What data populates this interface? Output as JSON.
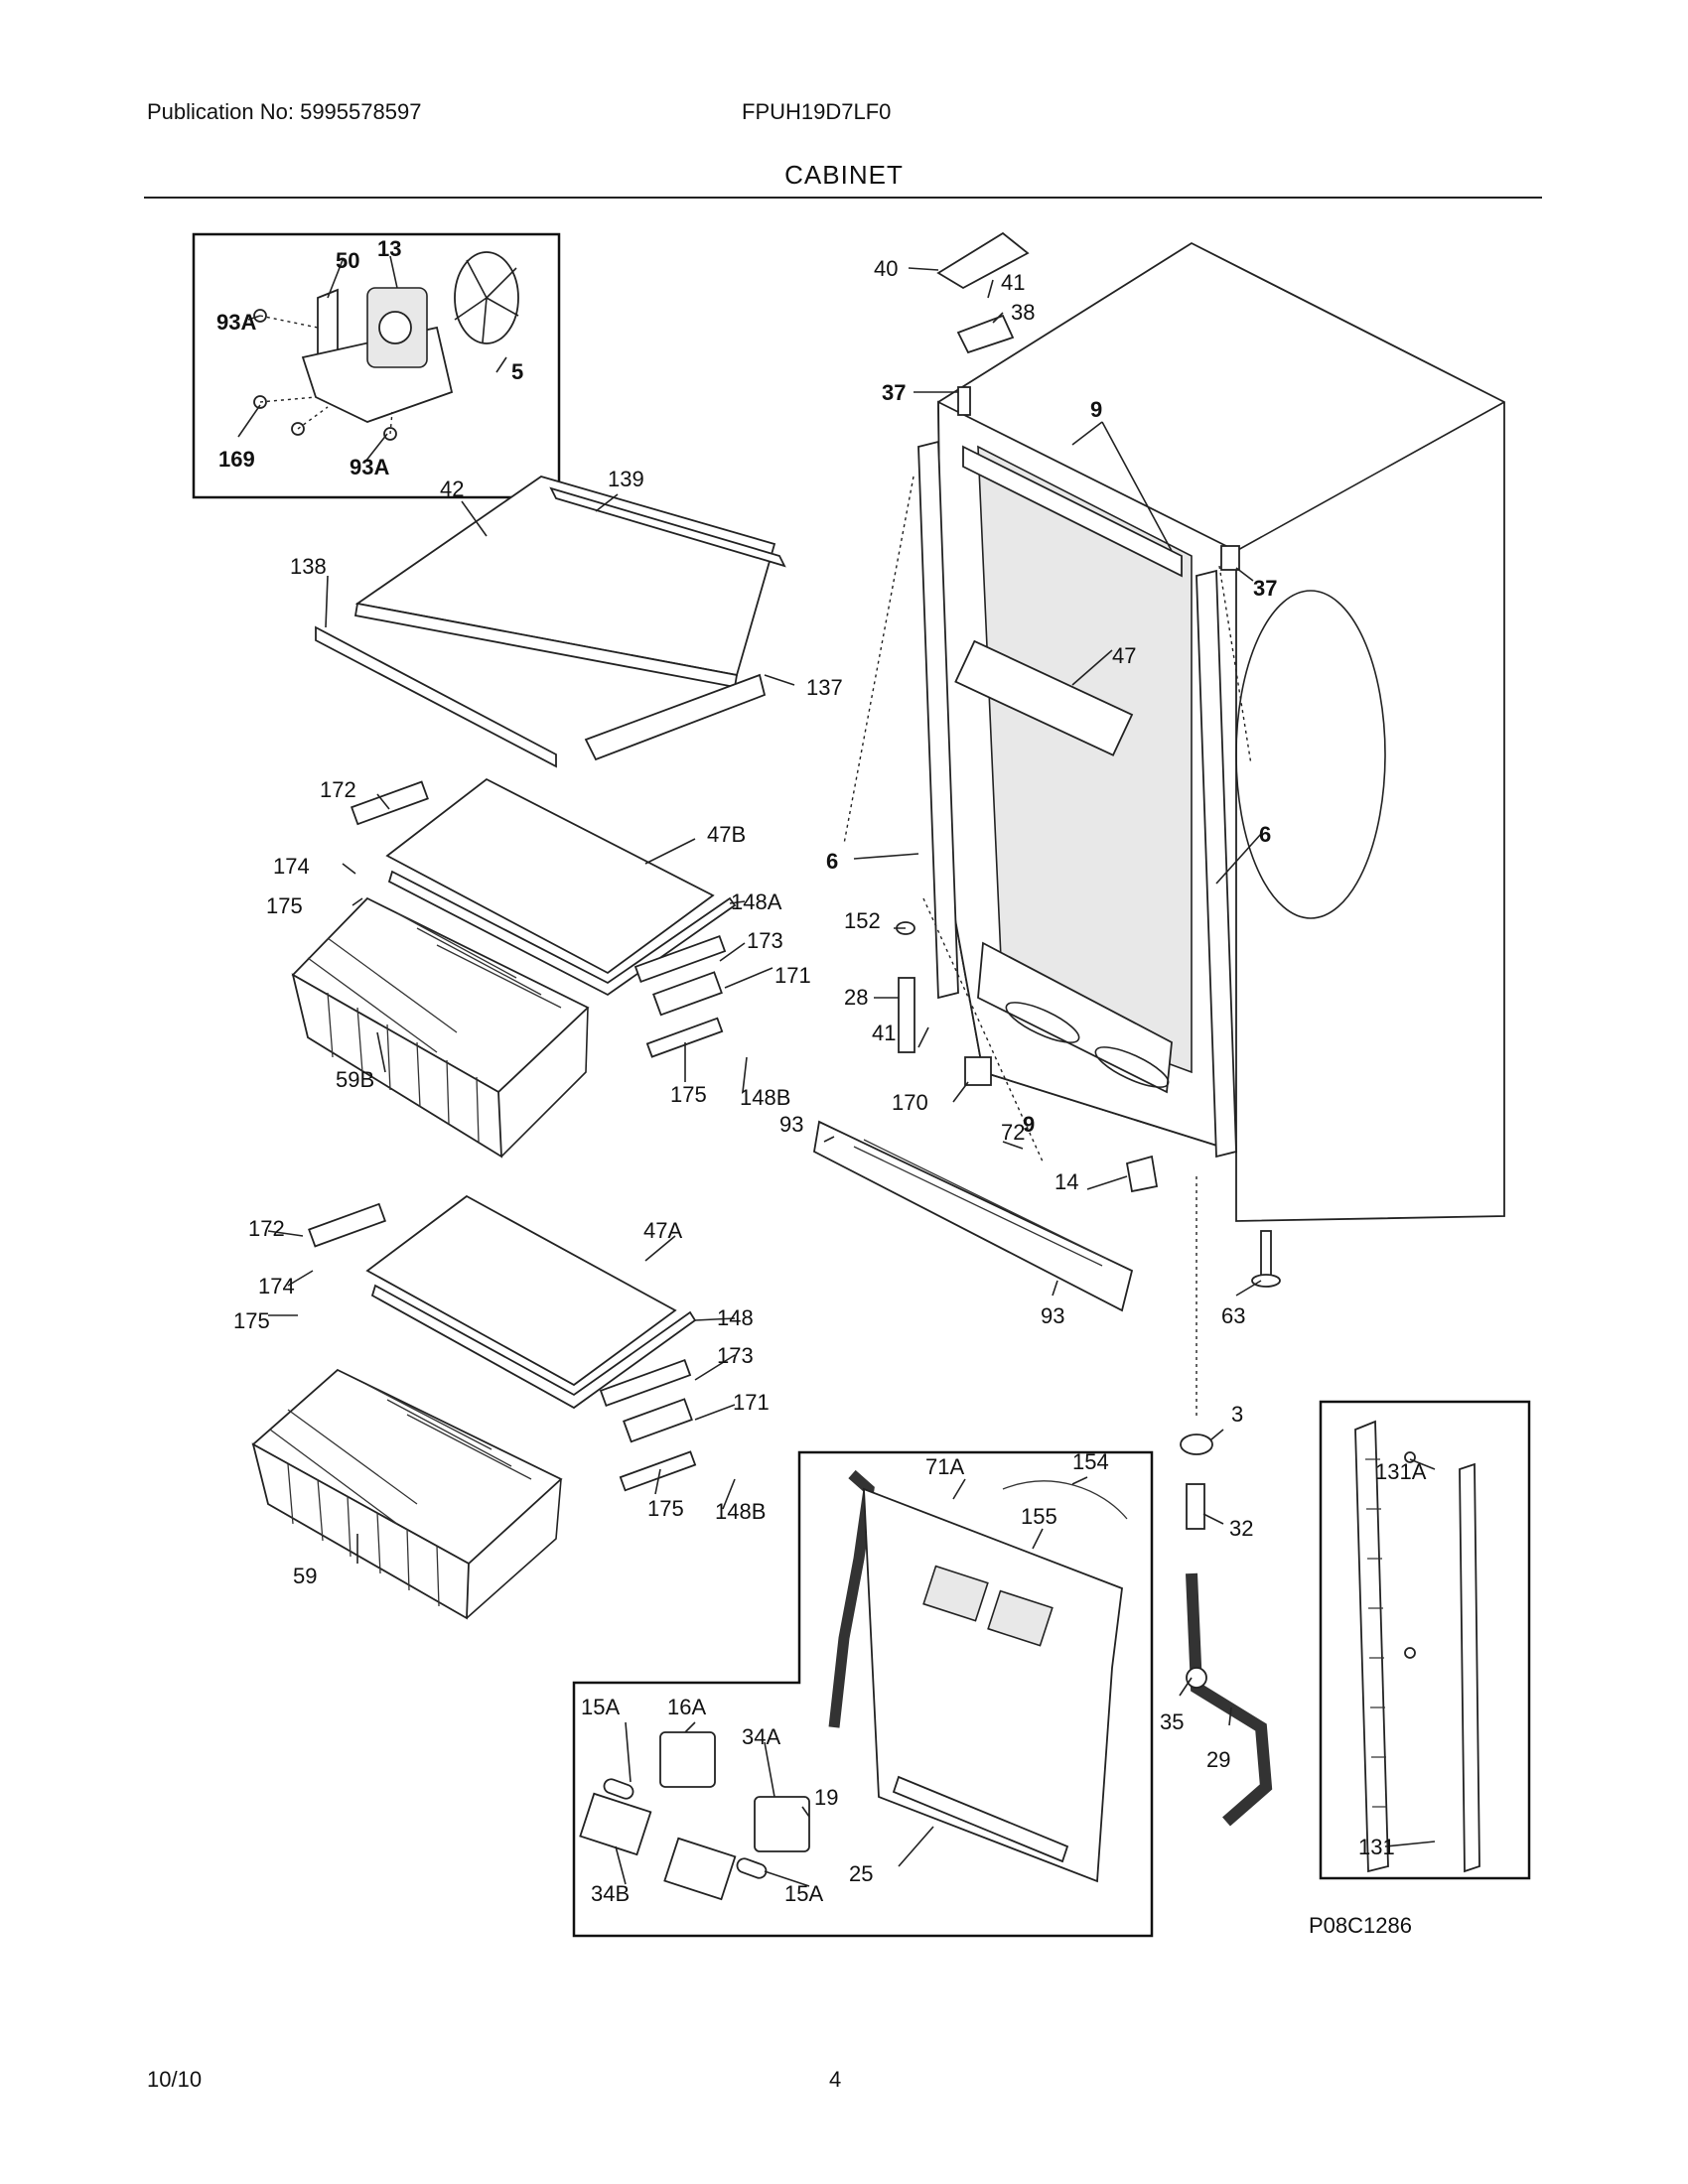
{
  "header": {
    "publication": "Publication No: 5995578597",
    "model": "FPUH19D7LF0",
    "title": "CABINET"
  },
  "footer": {
    "date": "10/10",
    "page": "4"
  },
  "figure_code": "P08C1286",
  "callouts": {
    "c50": "50",
    "c13": "13",
    "c93A_top": "93A",
    "c5": "5",
    "c169": "169",
    "c93A_bot": "93A",
    "c42": "42",
    "c139": "139",
    "c138": "138",
    "c137": "137",
    "c172a": "172",
    "c174a": "174",
    "c175a": "175",
    "c47B": "47B",
    "c148A": "148A",
    "c173a": "173",
    "c171a": "171",
    "c59B": "59B",
    "c175b": "175",
    "c148Ba": "148B",
    "c172b": "172",
    "c174b": "174",
    "c175c": "175",
    "c47A": "47A",
    "c148": "148",
    "c173b": "173",
    "c171b": "171",
    "c59": "59",
    "c175d": "175",
    "c148Bb": "148B",
    "c40": "40",
    "c41a": "41",
    "c38": "38",
    "c37a": "37",
    "c9a": "9",
    "c37b": "37",
    "c47": "47",
    "c6a": "6",
    "c6b": "6",
    "c152": "152",
    "c28": "28",
    "c41b": "41",
    "c170": "170",
    "c9b": "9",
    "c93a": "93",
    "c72": "72",
    "c14": "14",
    "c93b": "93",
    "c63": "63",
    "c3": "3",
    "c32": "32",
    "c35": "35",
    "c29": "29",
    "c71A": "71A",
    "c154": "154",
    "c155": "155",
    "c15Aa": "15A",
    "c16A": "16A",
    "c34A": "34A",
    "c19": "19",
    "c34B": "34B",
    "c15Ab": "15A",
    "c25": "25",
    "c131A": "131A",
    "c131": "131"
  }
}
